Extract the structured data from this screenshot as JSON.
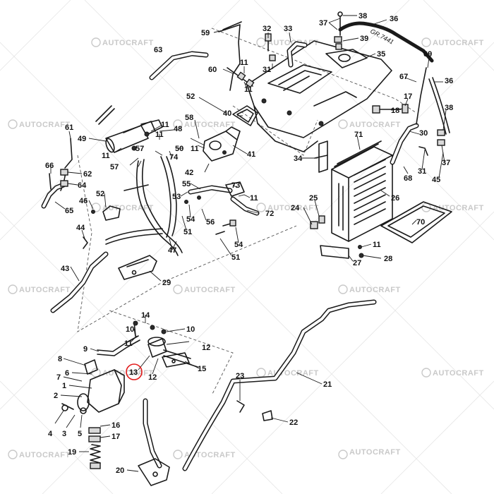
{
  "watermark": {
    "text": "AUTOCRAFT"
  },
  "annotation": {
    "text": "GR.7441",
    "highlight_color": "#e11919"
  },
  "callouts": [
    {
      "id": "c38a",
      "text": "38"
    },
    {
      "id": "c36a",
      "text": "36"
    },
    {
      "id": "c37a",
      "text": "37"
    },
    {
      "id": "c59",
      "text": "59"
    },
    {
      "id": "c32",
      "text": "32"
    },
    {
      "id": "c33",
      "text": "33"
    },
    {
      "id": "c39",
      "text": "39"
    },
    {
      "id": "c35",
      "text": "35"
    },
    {
      "id": "c69",
      "text": "69"
    },
    {
      "id": "c63",
      "text": "63"
    },
    {
      "id": "c31a",
      "text": "31"
    },
    {
      "id": "c11a",
      "text": "11"
    },
    {
      "id": "c60",
      "text": "60"
    },
    {
      "id": "c67",
      "text": "67"
    },
    {
      "id": "c36b",
      "text": "36"
    },
    {
      "id": "c11b",
      "text": "11"
    },
    {
      "id": "c52a",
      "text": "52"
    },
    {
      "id": "c17",
      "text": "17"
    },
    {
      "id": "c18",
      "text": "18"
    },
    {
      "id": "c38b",
      "text": "38"
    },
    {
      "id": "c40",
      "text": "40"
    },
    {
      "id": "c58",
      "text": "58"
    },
    {
      "id": "c11c",
      "text": "11"
    },
    {
      "id": "c48",
      "text": "48"
    },
    {
      "id": "c61",
      "text": "61"
    },
    {
      "id": "c49",
      "text": "49"
    },
    {
      "id": "c71",
      "text": "71"
    },
    {
      "id": "c30",
      "text": "30"
    },
    {
      "id": "c11d",
      "text": "11"
    },
    {
      "id": "c57a",
      "text": "57"
    },
    {
      "id": "c50",
      "text": "50"
    },
    {
      "id": "c11e",
      "text": "11"
    },
    {
      "id": "c41",
      "text": "41"
    },
    {
      "id": "c34",
      "text": "34"
    },
    {
      "id": "c31b",
      "text": "31"
    },
    {
      "id": "c37b",
      "text": "37"
    },
    {
      "id": "c11f",
      "text": "11"
    },
    {
      "id": "c57b",
      "text": "57"
    },
    {
      "id": "c74",
      "text": "74"
    },
    {
      "id": "c66",
      "text": "66"
    },
    {
      "id": "c62",
      "text": "62"
    },
    {
      "id": "c42",
      "text": "42"
    },
    {
      "id": "c68",
      "text": "68"
    },
    {
      "id": "c45",
      "text": "45"
    },
    {
      "id": "c64",
      "text": "64"
    },
    {
      "id": "c55",
      "text": "55"
    },
    {
      "id": "c73",
      "text": "73"
    },
    {
      "id": "c53",
      "text": "53"
    },
    {
      "id": "c11g",
      "text": "11"
    },
    {
      "id": "c26",
      "text": "26"
    },
    {
      "id": "c52b",
      "text": "52"
    },
    {
      "id": "c46",
      "text": "46"
    },
    {
      "id": "c65",
      "text": "65"
    },
    {
      "id": "c54a",
      "text": "54"
    },
    {
      "id": "c56",
      "text": "56"
    },
    {
      "id": "c72",
      "text": "72"
    },
    {
      "id": "c25",
      "text": "25"
    },
    {
      "id": "c24",
      "text": "24"
    },
    {
      "id": "c51a",
      "text": "51"
    },
    {
      "id": "c70",
      "text": "70"
    },
    {
      "id": "c44",
      "text": "44"
    },
    {
      "id": "c47",
      "text": "47"
    },
    {
      "id": "c54b",
      "text": "54"
    },
    {
      "id": "c11h",
      "text": "11"
    },
    {
      "id": "c51b",
      "text": "51"
    },
    {
      "id": "c27",
      "text": "27"
    },
    {
      "id": "c28",
      "text": "28"
    },
    {
      "id": "c43",
      "text": "43"
    },
    {
      "id": "c29",
      "text": "29"
    },
    {
      "id": "c14",
      "text": "14"
    },
    {
      "id": "c10a",
      "text": "10"
    },
    {
      "id": "c10b",
      "text": "10"
    },
    {
      "id": "c11i",
      "text": "11"
    },
    {
      "id": "c9",
      "text": "9"
    },
    {
      "id": "c12a",
      "text": "12"
    },
    {
      "id": "c8",
      "text": "8"
    },
    {
      "id": "c15",
      "text": "15"
    },
    {
      "id": "c13",
      "text": "13"
    },
    {
      "id": "c12b",
      "text": "12"
    },
    {
      "id": "c7",
      "text": "7"
    },
    {
      "id": "c6",
      "text": "6"
    },
    {
      "id": "c23",
      "text": "23"
    },
    {
      "id": "c21",
      "text": "21"
    },
    {
      "id": "c2",
      "text": "2"
    },
    {
      "id": "c1",
      "text": "1"
    },
    {
      "id": "c22",
      "text": "22"
    },
    {
      "id": "c4",
      "text": "4"
    },
    {
      "id": "c3",
      "text": "3"
    },
    {
      "id": "c5",
      "text": "5"
    },
    {
      "id": "c16",
      "text": "16"
    },
    {
      "id": "c17b",
      "text": "17"
    },
    {
      "id": "c19",
      "text": "19"
    },
    {
      "id": "c20",
      "text": "20"
    }
  ]
}
